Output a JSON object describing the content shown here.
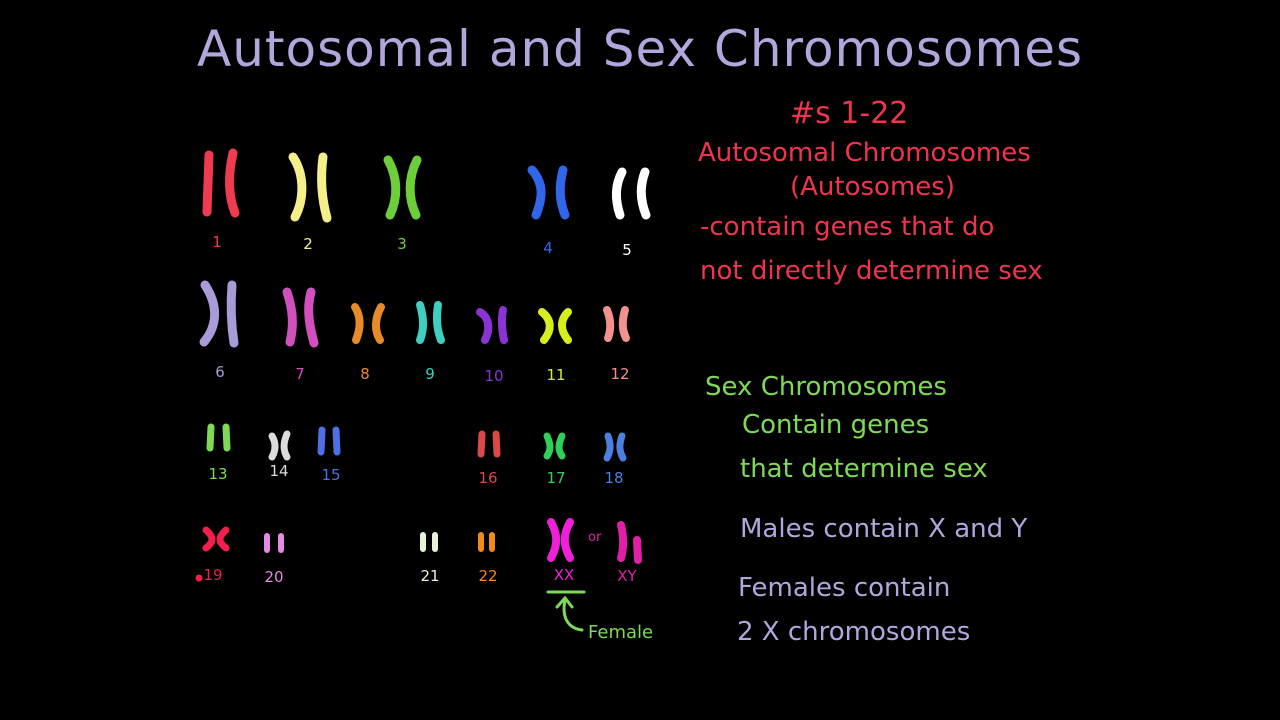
{
  "title": "Autosomal and Sex Chromosomes",
  "autosomes": {
    "range": "#s 1-22",
    "heading1": "Autosomal Chromosomes",
    "heading2": "(Autosomes)",
    "desc1": "-contain genes that do",
    "desc2": "not directly determine sex",
    "color": "#f0344e"
  },
  "sex_chromosomes": {
    "heading": "Sex Chromosomes",
    "desc1": "Contain genes",
    "desc2": "that determine sex",
    "color": "#7fd957"
  },
  "males": {
    "text": "Males contain X and Y"
  },
  "females": {
    "line1": "Females contain",
    "line2": "2 X chromosomes"
  },
  "chromosome_labels": [
    "1",
    "2",
    "3",
    "4",
    "5",
    "6",
    "7",
    "8",
    "9",
    "10",
    "11",
    "12",
    "13",
    "14",
    "15",
    "16",
    "17",
    "18",
    "19",
    "20",
    "21",
    "22"
  ],
  "sex_labels": {
    "xx": "XX",
    "or": "or",
    "xy": "XY"
  },
  "female_annotation": "Female",
  "chromosome_colors": {
    "1": "#ef3b4f",
    "2": "#f5ef8a",
    "3": "#6ccf3a",
    "4": "#2f66ea",
    "5": "#ffffff",
    "6": "#a99ad8",
    "7": "#d24fbe",
    "8": "#e78a2a",
    "9": "#3ecfc1",
    "10": "#8b34d6",
    "11": "#d7ee1d",
    "12": "#f2918e",
    "13": "#7fd957",
    "14": "#dcdcdc",
    "15": "#4f6fe4",
    "16": "#d94a47",
    "17": "#2fcf5a",
    "18": "#4d7fe0",
    "19": "#f11f4a",
    "20": "#e489e4",
    "21": "#e8f2d6",
    "22": "#f08a1c",
    "XX": "#f01fd9",
    "XY": "#e21fa8"
  }
}
